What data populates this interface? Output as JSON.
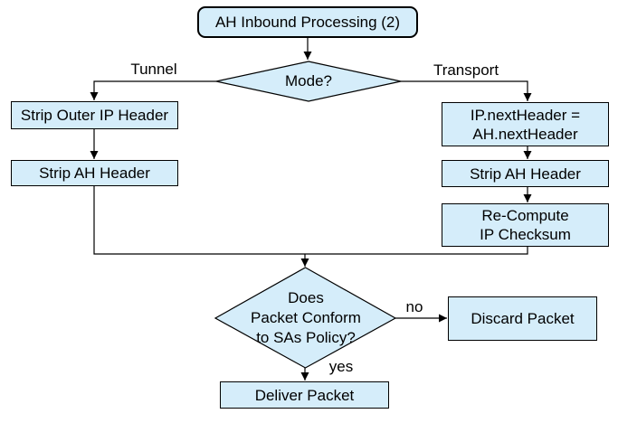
{
  "diagram": {
    "background": "#FFFFFF",
    "node_fill": "#D5EDFA",
    "node_border": "#000000",
    "nodes": {
      "start": {
        "label": "AH Inbound Processing (2)"
      },
      "mode_decision": {
        "label": "Mode?"
      },
      "strip_outer_ip_header": {
        "label": "Strip Outer IP Header"
      },
      "strip_ah_header_tunnel": {
        "label": "Strip AH Header"
      },
      "set_next_header": {
        "label": "IP.nextHeader =\nAH.nextHeader"
      },
      "strip_ah_header_transport": {
        "label": "Strip AH Header"
      },
      "recompute_checksum": {
        "label": "Re-Compute\nIP Checksum"
      },
      "policy_decision": {
        "label": "Does\nPacket Conform\nto SAs Policy?"
      },
      "discard_packet": {
        "label": "Discard Packet"
      },
      "deliver_packet": {
        "label": "Deliver Packet"
      }
    },
    "edge_labels": {
      "tunnel": "Tunnel",
      "transport": "Transport",
      "no": "no",
      "yes": "yes"
    }
  }
}
